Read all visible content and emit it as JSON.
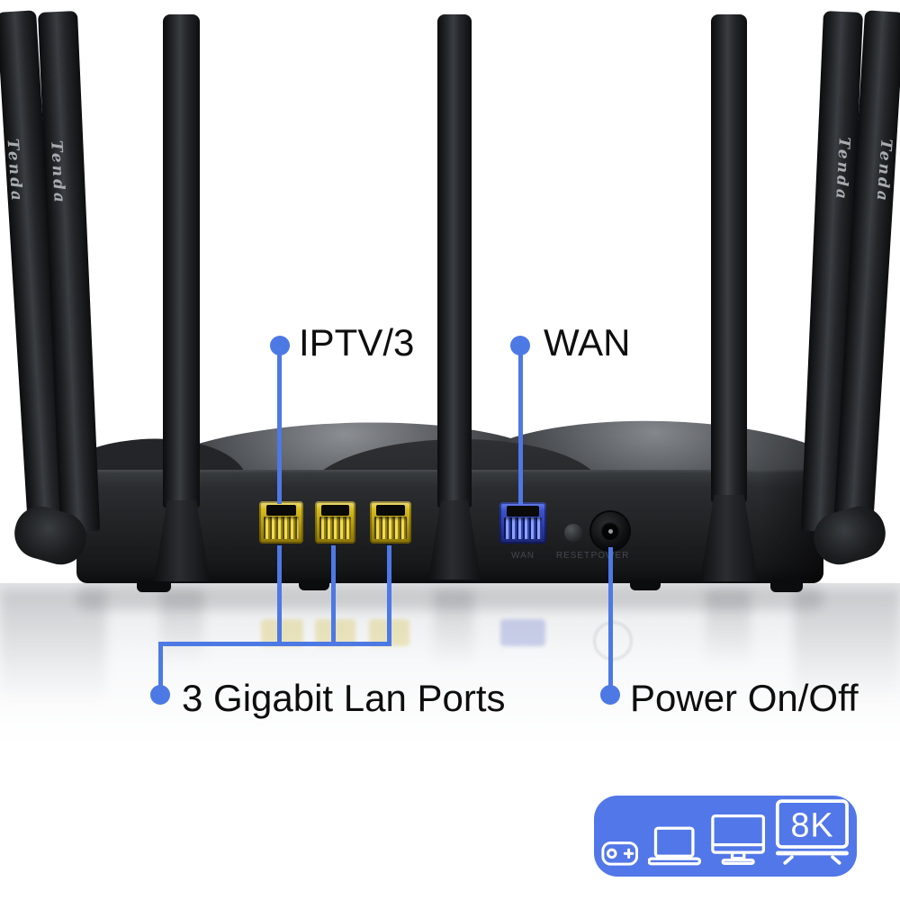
{
  "brand": "Tenda",
  "annotations": {
    "iptv": {
      "label": "IPTV/3"
    },
    "wan": {
      "label": "WAN"
    },
    "lan": {
      "label": "3 Gigabit Lan Ports"
    },
    "power": {
      "label": "Power On/Off"
    }
  },
  "ports": {
    "lan_count": 3,
    "wan_label": "WAN",
    "reset_label": "RESET",
    "power_label": "POWER"
  },
  "badge": {
    "tv_text": "8K",
    "icons": [
      "gamepad-icon",
      "laptop-icon",
      "monitor-icon",
      "tv-8k-icon"
    ]
  },
  "colors": {
    "annotation_blue": "#4d79e4",
    "badge_blue": "#5277e8",
    "lan_port_yellow": "#d9bd1f",
    "wan_port_blue": "#2f43b8"
  }
}
